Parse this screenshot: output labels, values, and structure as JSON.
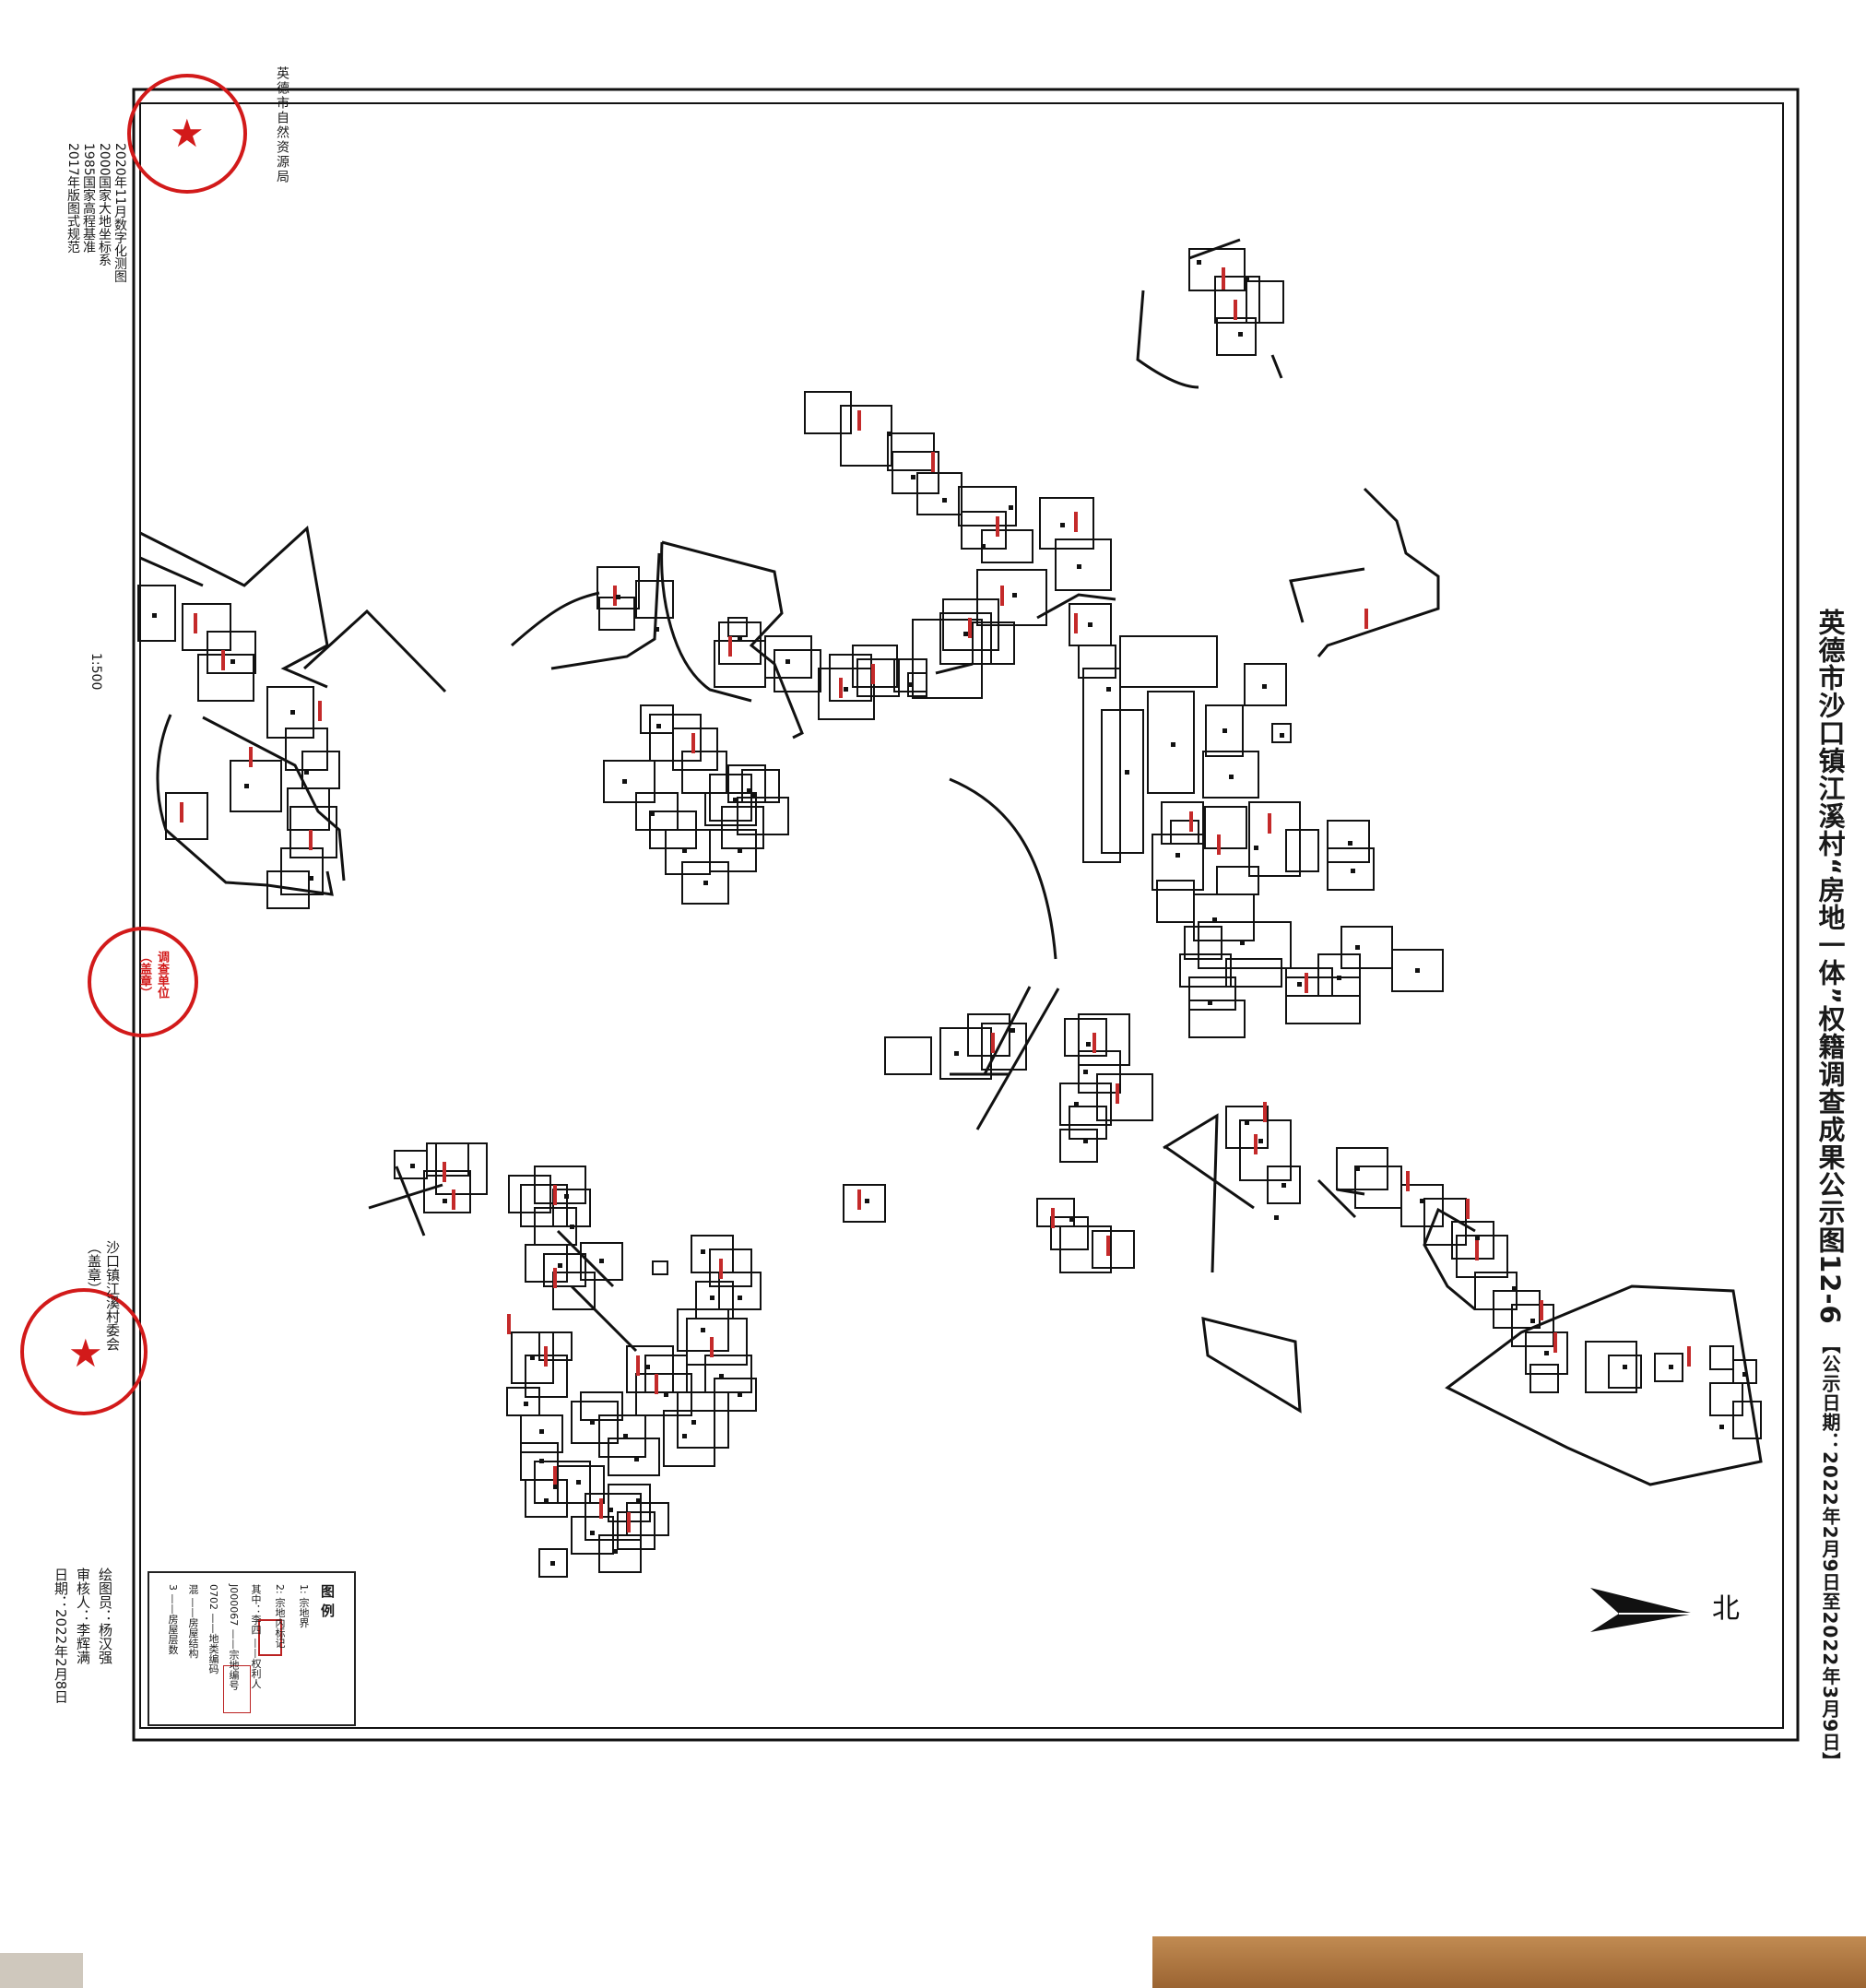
{
  "title": {
    "main": "英德市沙口镇江溪村“房地一体”权籍调查成果公示图12-6",
    "period": "【公示日期：2022年2月9日至2022年3月9日】"
  },
  "meta": {
    "lines": [
      "2020年11月数字化测图",
      "2000国家大地坐标系",
      "1985国家高程基准",
      "2017年版图式规范"
    ],
    "scale": "1:500",
    "agency": "英德市自然资源局",
    "committee_lines": [
      "沙口镇江溪村委会",
      "（盖章）"
    ],
    "survey_unit_lines": [
      "调查单位",
      "（盖章）"
    ]
  },
  "credits": {
    "drawer": "绘图员：杨汉强",
    "reviewer": "审核人：李辉满",
    "date": "日期：2022年2月8日"
  },
  "legend": {
    "title": "图例",
    "item1": "1:        宗地界",
    "item2": "2:        宗地内标记",
    "item3": "其中：李四    ——权利人",
    "item4": "J000067   ——宗地编号",
    "item5": "0702   ——地类编码",
    "item6": "混   ——房屋结构",
    "item7": "3   ——房屋层数"
  },
  "north_arrow": {
    "label": "北"
  },
  "colors": {
    "parcel_red": "#c42a2a",
    "line_black": "#111111",
    "stamp_red": "#d21a1a"
  },
  "icons": [
    "north-arrow-icon",
    "star-icon"
  ]
}
